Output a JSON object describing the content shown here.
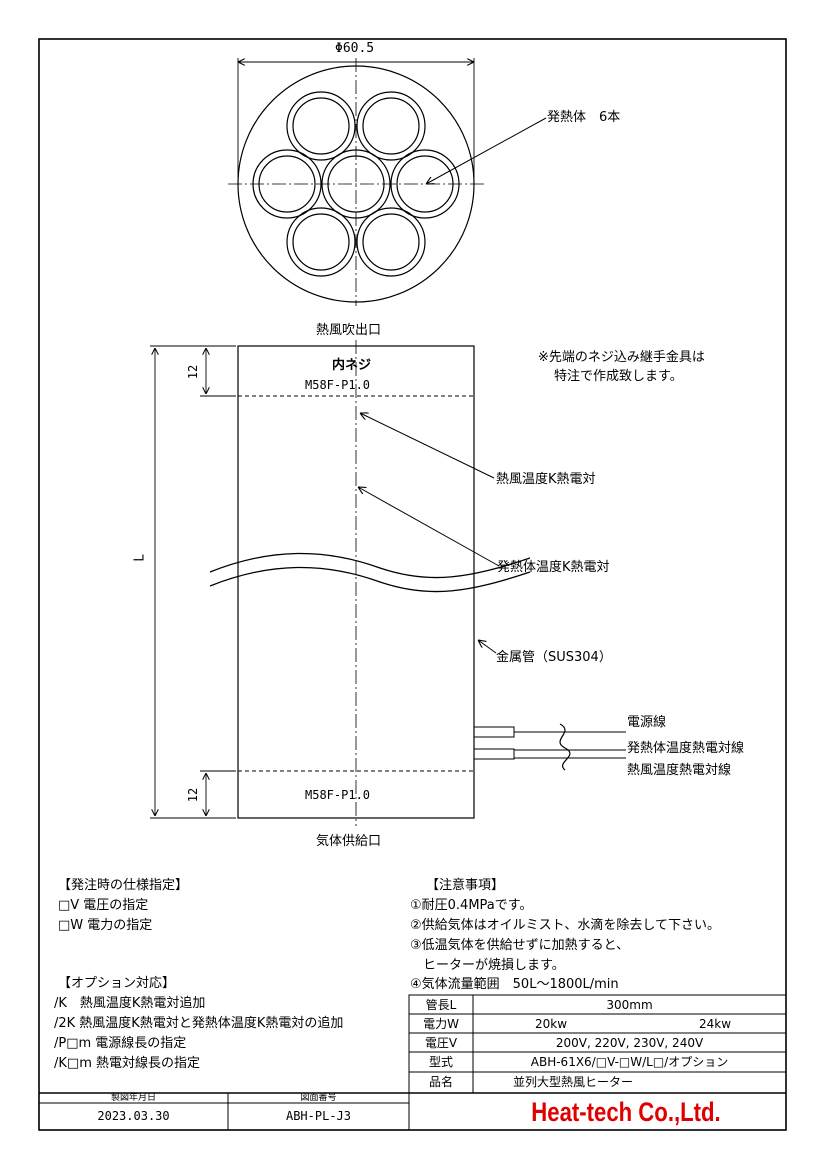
{
  "drawing": {
    "diameter_label": "Φ60.5",
    "heating_elements_label": "発熱体　6本",
    "outlet_label": "熱風吹出口",
    "inner_thread_label": "内ネジ",
    "thread_top": "M58F-P1.0",
    "thread_bottom": "M58F-P1.0",
    "dim_top": "12",
    "dim_bottom": "12",
    "dim_length": "L",
    "note_tip_line1": "※先端のネジ込み継手金具は",
    "note_tip_line2": "特注で作成致します。",
    "hot_air_tc_label": "熱風温度K熱電対",
    "element_tc_label": "発熱体温度K熱電対",
    "tube_label": "金属管（SUS304）",
    "power_cable_label": "電源線",
    "element_tc_cable_label": "発熱体温度熱電対線",
    "hot_air_tc_cable_label": "熱風温度熱電対線",
    "inlet_label": "気体供給口"
  },
  "order_spec": {
    "title": "【発注時の仕様指定】",
    "items": [
      "□V 電圧の指定",
      "□W 電力の指定"
    ]
  },
  "options": {
    "title": "【オプション対応】",
    "items": [
      "/K　熱風温度K熱電対追加",
      "/2K 熱風温度K熱電対と発熱体温度K熱電対の追加",
      "/P□m 電源線長の指定",
      "/K□m 熱電対線長の指定"
    ]
  },
  "cautions": {
    "title": "【注意事項】",
    "items": [
      "①耐圧0.4MPaです。",
      "②供給気体はオイルミスト、水滴を除去して下さい。",
      "③低温気体を供給せずに加熱すると、",
      "　ヒーターが焼損します。",
      "④気体流量範囲　50L～1800L/min"
    ]
  },
  "spec_table": {
    "rows": [
      {
        "label": "管長L",
        "values": [
          "300mm"
        ]
      },
      {
        "label": "電力W",
        "values": [
          "20kw",
          "24kw"
        ]
      },
      {
        "label": "電圧V",
        "values": [
          "200V, 220V, 230V, 240V"
        ]
      },
      {
        "label": "型式",
        "values": [
          "ABH-61X6/□V-□W/L□/オプション"
        ]
      },
      {
        "label": "品名",
        "values": [
          "並列大型熱風ヒーター"
        ]
      }
    ]
  },
  "title_block": {
    "date_header": "製図年月日",
    "date_value": "2023.03.30",
    "drawing_no_header": "図面番号",
    "drawing_no_value": "ABH-PL-J3",
    "company": "Heat-tech Co.,Ltd.",
    "company_color": "#e00000"
  }
}
